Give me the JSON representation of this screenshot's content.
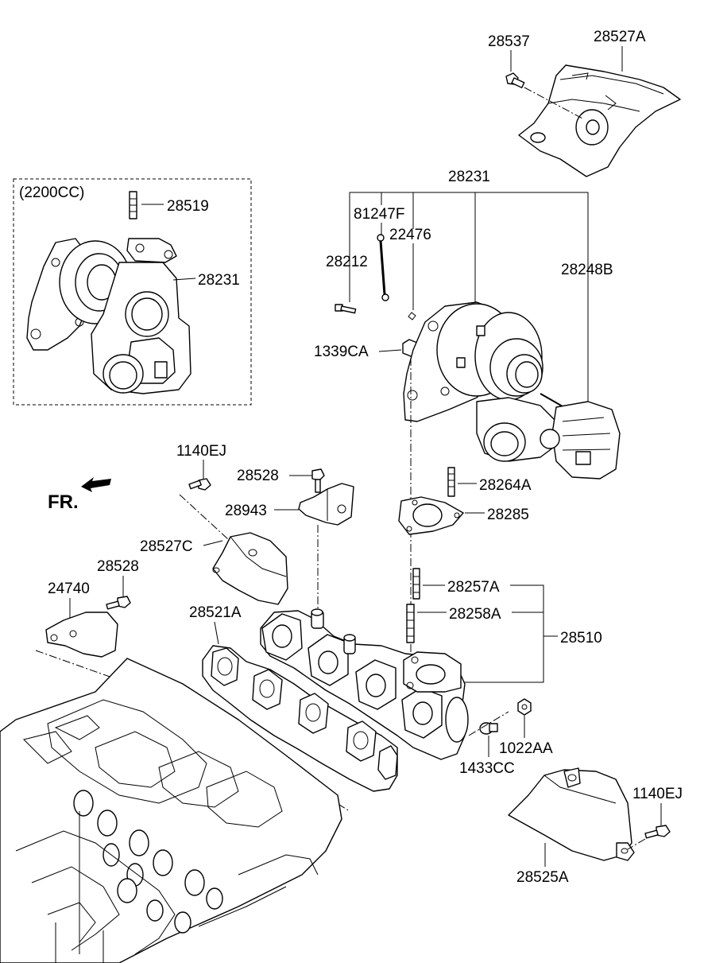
{
  "variant_box": {
    "label": "(2200CC)"
  },
  "direction": {
    "label": "FR."
  },
  "callouts": [
    {
      "id": "28537",
      "text": "28537"
    },
    {
      "id": "28527A",
      "text": "28527A"
    },
    {
      "id": "28231_top",
      "text": "28231"
    },
    {
      "id": "81247F",
      "text": "81247F"
    },
    {
      "id": "22476",
      "text": "22476"
    },
    {
      "id": "28212",
      "text": "28212"
    },
    {
      "id": "28248B",
      "text": "28248B"
    },
    {
      "id": "1339CA",
      "text": "1339CA"
    },
    {
      "id": "28519",
      "text": "28519"
    },
    {
      "id": "28231_inset",
      "text": "28231"
    },
    {
      "id": "1140EJ_a",
      "text": "1140EJ"
    },
    {
      "id": "28528_a",
      "text": "28528"
    },
    {
      "id": "28943",
      "text": "28943"
    },
    {
      "id": "28264A",
      "text": "28264A"
    },
    {
      "id": "28285",
      "text": "28285"
    },
    {
      "id": "28527C",
      "text": "28527C"
    },
    {
      "id": "28528_b",
      "text": "28528"
    },
    {
      "id": "24740",
      "text": "24740"
    },
    {
      "id": "28257A",
      "text": "28257A"
    },
    {
      "id": "28521A",
      "text": "28521A"
    },
    {
      "id": "28258A",
      "text": "28258A"
    },
    {
      "id": "28510",
      "text": "28510"
    },
    {
      "id": "1022AA",
      "text": "1022AA"
    },
    {
      "id": "1433CC",
      "text": "1433CC"
    },
    {
      "id": "1140EJ_b",
      "text": "1140EJ"
    },
    {
      "id": "28525A",
      "text": "28525A"
    }
  ]
}
